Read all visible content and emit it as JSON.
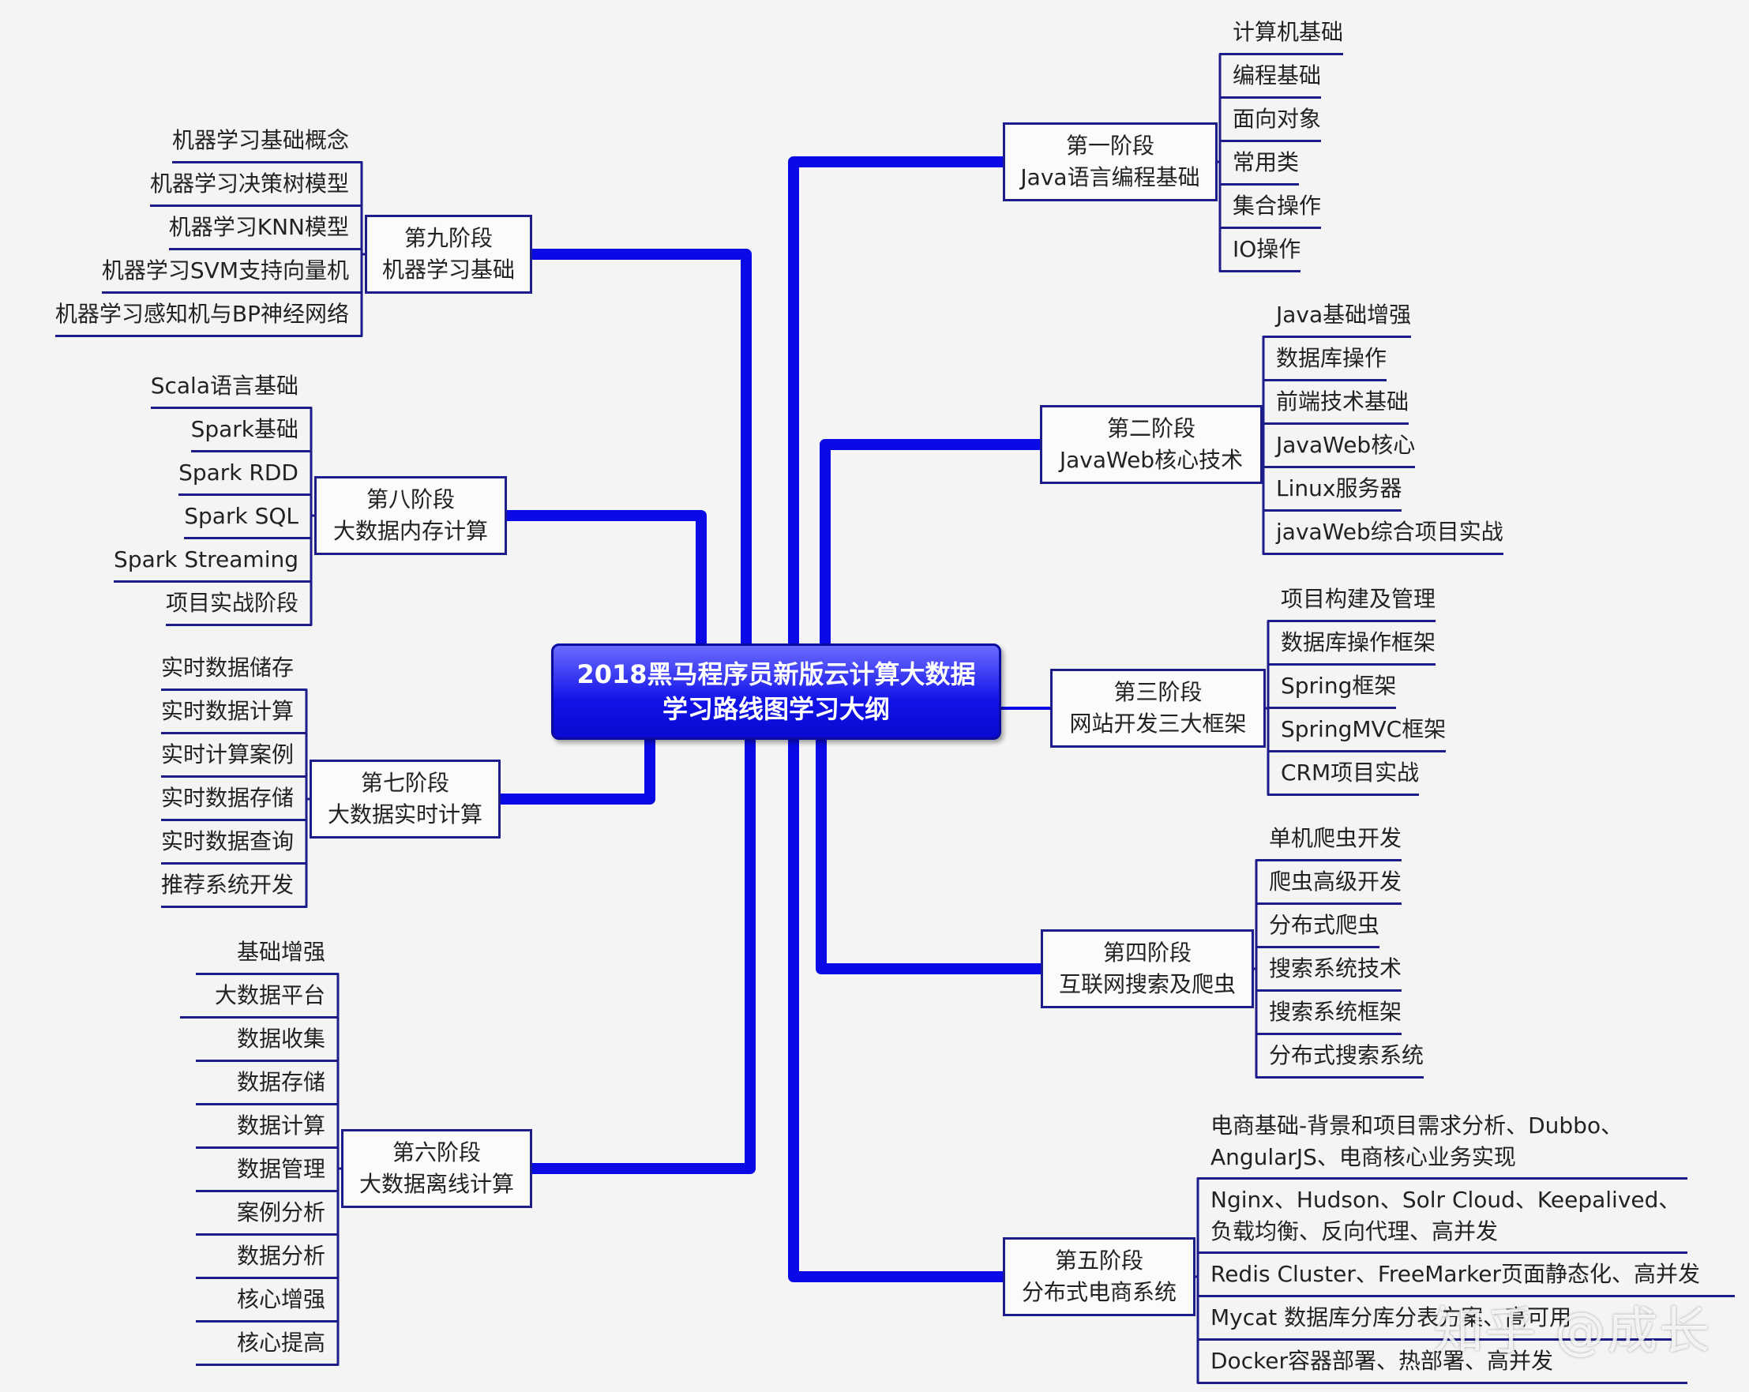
{
  "root": {
    "line1": "2018黑马程序员新版云计算大数据",
    "line2": "学习路线图学习大纲"
  },
  "branches": [
    {
      "id": "stage1",
      "side": "right",
      "title": "第一阶段",
      "subtitle": "Java语言编程基础",
      "topics": [
        "计算机基础",
        "编程基础",
        "面向对象",
        "常用类",
        "集合操作",
        "IO操作"
      ]
    },
    {
      "id": "stage2",
      "side": "right",
      "title": "第二阶段",
      "subtitle": "JavaWeb核心技术",
      "topics": [
        "Java基础增强",
        "数据库操作",
        "前端技术基础",
        "JavaWeb核心",
        "Linux服务器",
        "javaWeb综合项目实战"
      ]
    },
    {
      "id": "stage3",
      "side": "right",
      "title": "第三阶段",
      "subtitle": "网站开发三大框架",
      "topics": [
        "项目构建及管理",
        "数据库操作框架",
        "Spring框架",
        "SpringMVC框架",
        "CRM项目实战"
      ]
    },
    {
      "id": "stage4",
      "side": "right",
      "title": "第四阶段",
      "subtitle": "互联网搜索及爬虫",
      "topics": [
        "单机爬虫开发",
        "爬虫高级开发",
        "分布式爬虫",
        "搜索系统技术",
        "搜索系统框架",
        "分布式搜索系统"
      ]
    },
    {
      "id": "stage5",
      "side": "right",
      "title": "第五阶段",
      "subtitle": "分布式电商系统",
      "topics": [
        "电商基础-背景和项目需求分析、Dubbo、|AngularJS、电商核心业务实现",
        "Nginx、Hudson、Solr Cloud、Keepalived、|负载均衡、反向代理、高并发",
        "Redis Cluster、FreeMarker页面静态化、高并发",
        "Mycat 数据库分库分表方案、高可用",
        "Docker容器部署、热部署、高并发"
      ]
    },
    {
      "id": "stage6",
      "side": "left",
      "title": "第六阶段",
      "subtitle": "大数据离线计算",
      "topics": [
        "基础增强",
        "大数据平台",
        "数据收集",
        "数据存储",
        "数据计算",
        "数据管理",
        "案例分析",
        "数据分析",
        "核心增强",
        "核心提高"
      ]
    },
    {
      "id": "stage7",
      "side": "left",
      "title": "第七阶段",
      "subtitle": "大数据实时计算",
      "topics": [
        "实时数据储存",
        "实时数据计算",
        "实时计算案例",
        "实时数据存储",
        "实时数据查询",
        "推荐系统开发"
      ]
    },
    {
      "id": "stage8",
      "side": "left",
      "title": "第八阶段",
      "subtitle": "大数据内存计算",
      "topics": [
        "Scala语言基础",
        "Spark基础",
        "Spark RDD",
        "Spark SQL",
        "Spark Streaming",
        "项目实战阶段"
      ]
    },
    {
      "id": "stage9",
      "side": "left",
      "title": "第九阶段",
      "subtitle": "机器学习基础",
      "topics": [
        "机器学习基础概念",
        "机器学习决策树模型",
        "机器学习KNN模型",
        "机器学习SVM支持向量机",
        "机器学习感知机与BP神经网络"
      ]
    }
  ],
  "watermark": "知乎 @成长",
  "colors": {
    "connector": "#0a0ae6",
    "border": "#1c1c8a",
    "root": "#1212e8"
  }
}
